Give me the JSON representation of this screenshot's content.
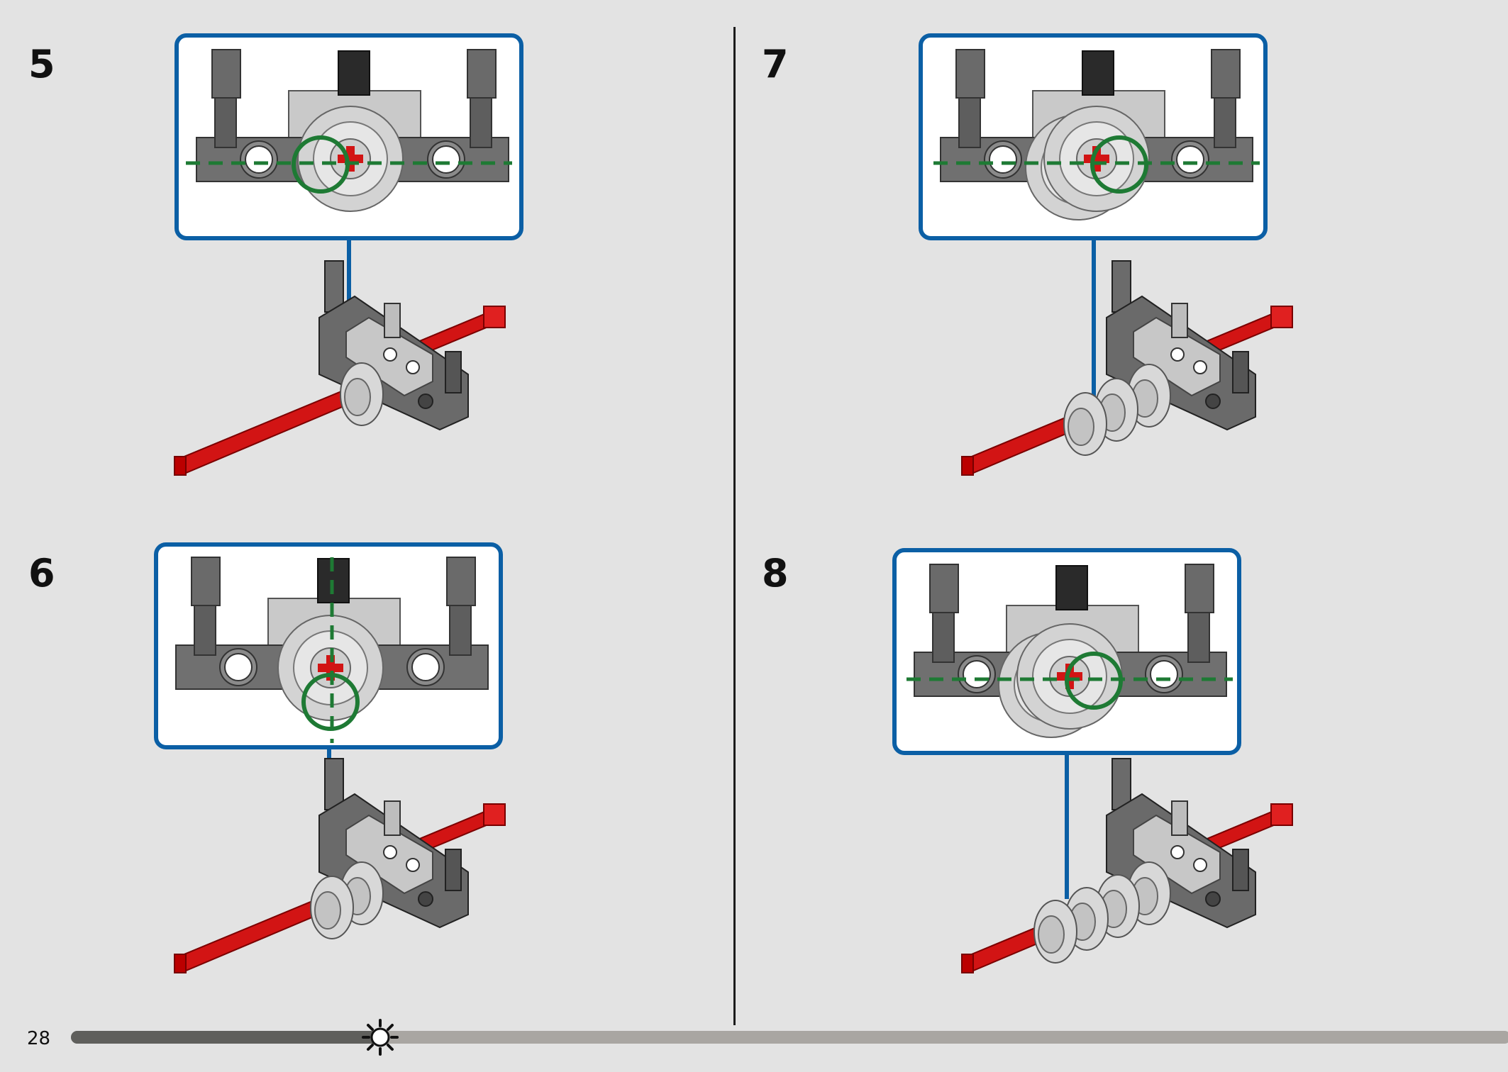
{
  "page": {
    "number": "28"
  },
  "steps": [
    {
      "number": "5"
    },
    {
      "number": "6"
    },
    {
      "number": "7"
    },
    {
      "number": "8"
    }
  ],
  "progress": {
    "fraction": 0.215,
    "marker_icon": "gear-sun-icon"
  },
  "colors": {
    "background": "#e3e3e3",
    "callout_border": "#0b5fa5",
    "guide_line": "#1e7a34",
    "axle_red": "#d21414",
    "beam_dark": "#5b5b5b",
    "bush_light": "#cfcfcf"
  }
}
